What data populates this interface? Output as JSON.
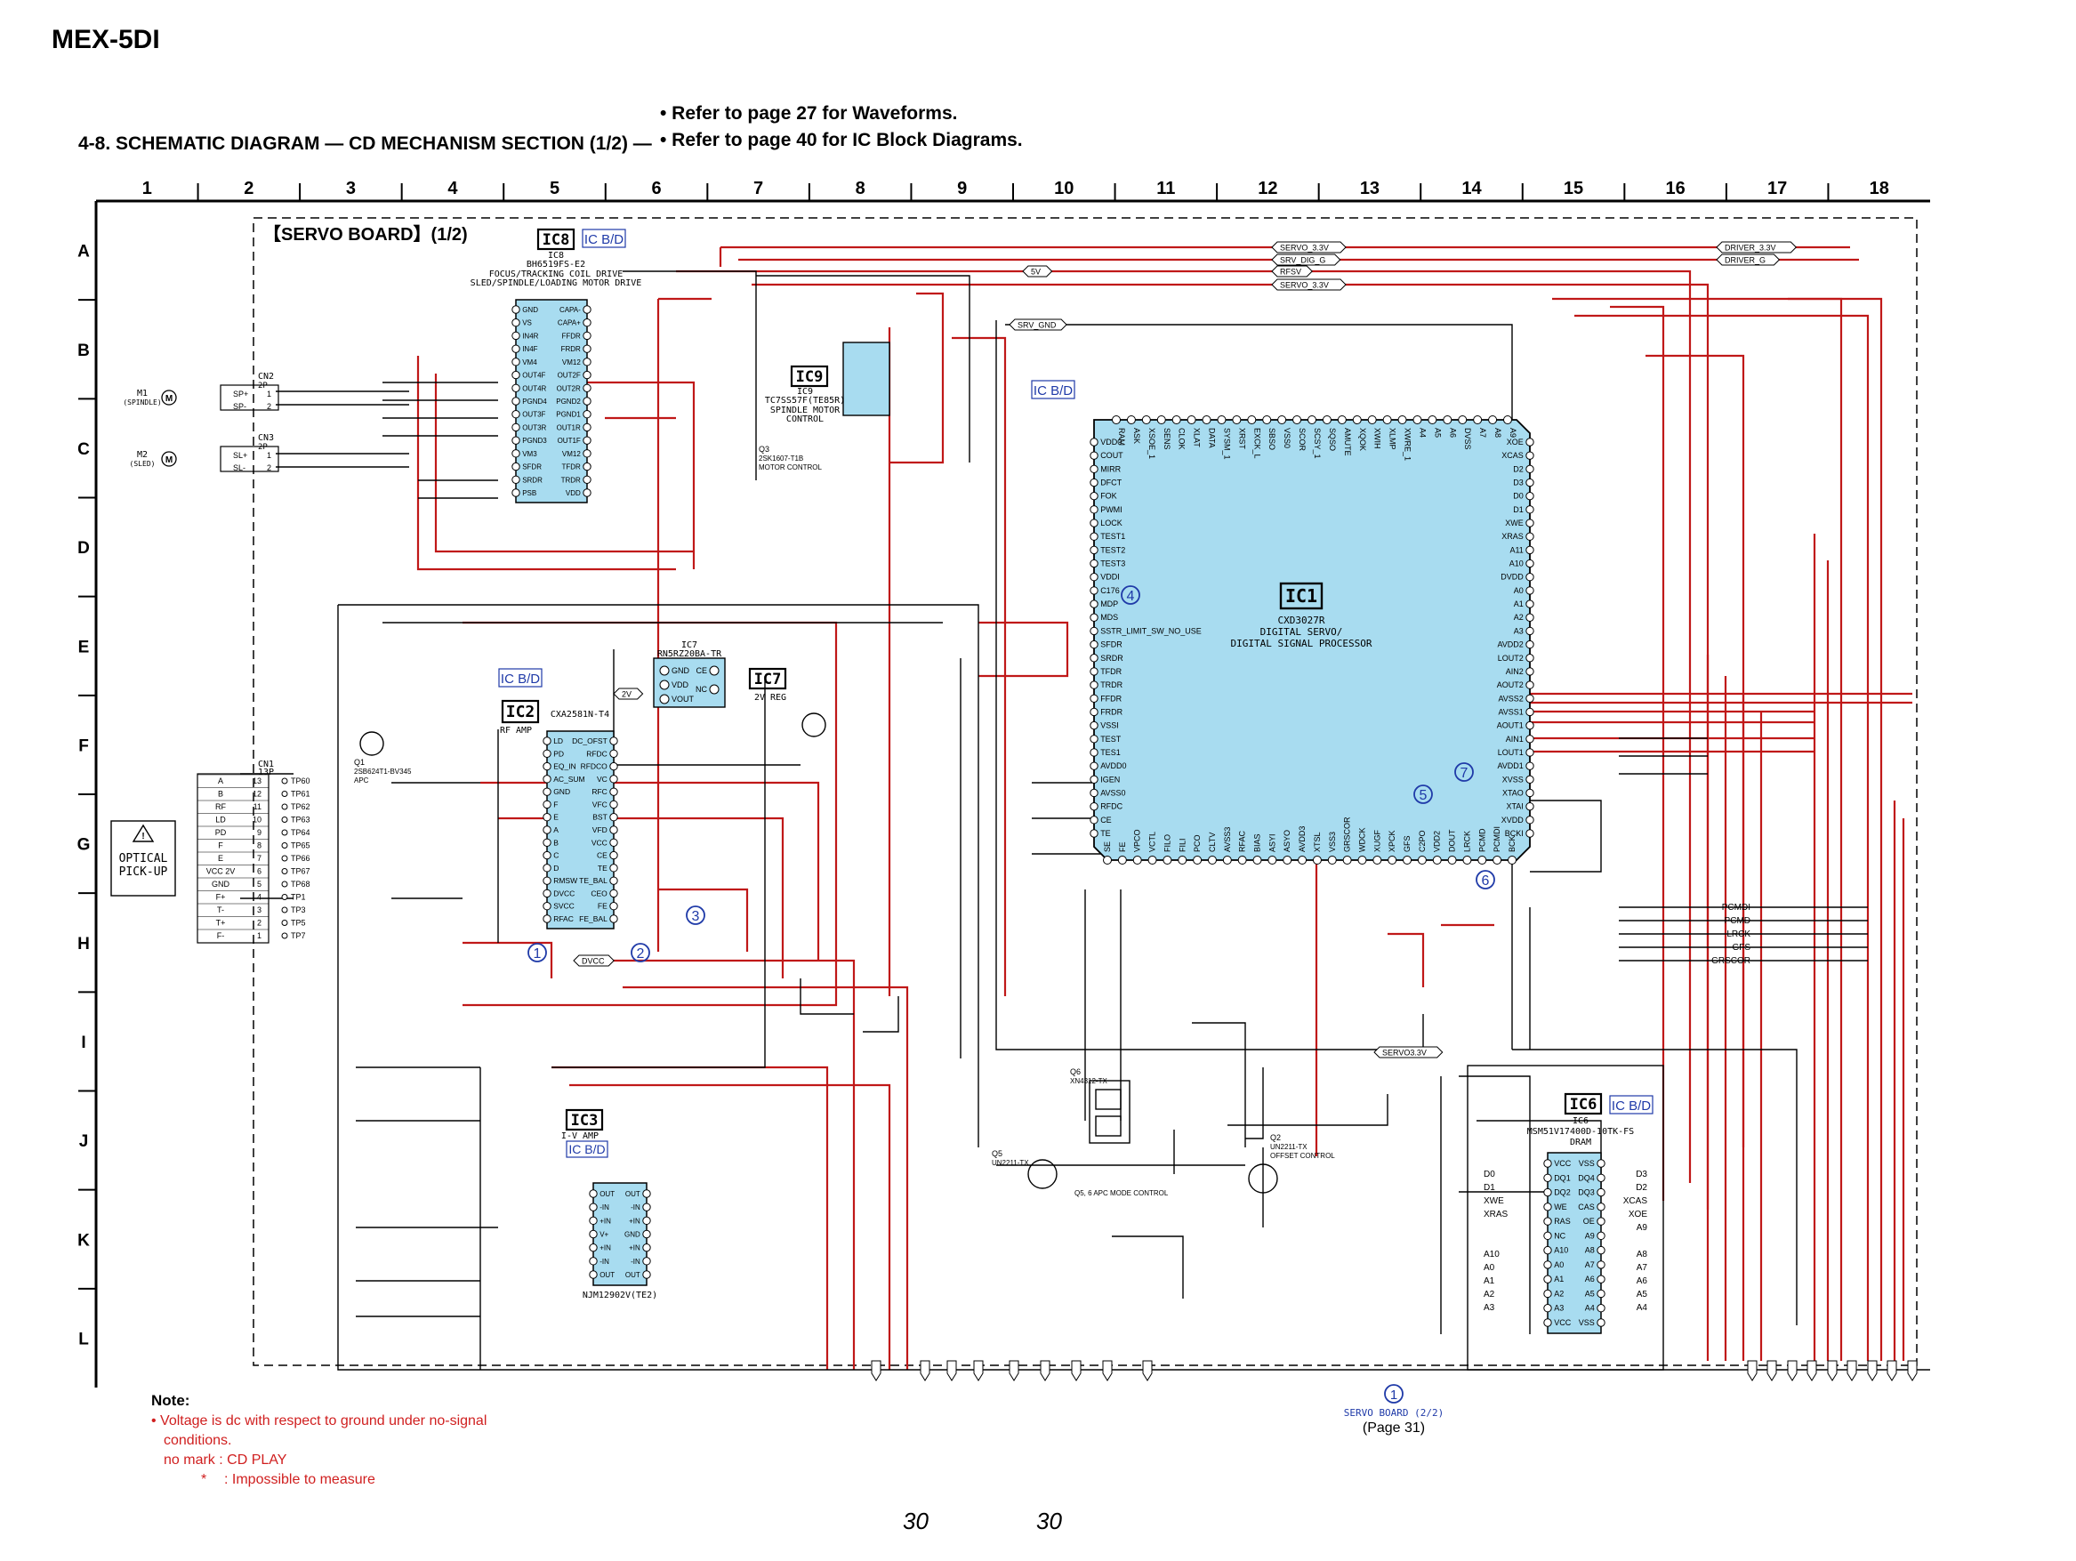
{
  "header": {
    "model": "MEX-5DI",
    "title": "4-8. SCHEMATIC DIAGRAM — CD MECHANISM SECTION (1/2) —",
    "refs": [
      "• Refer to page 27 for Waveforms.",
      "• Refer to page 40 for IC Block Diagrams."
    ]
  },
  "grid": {
    "columns": [
      "1",
      "2",
      "3",
      "4",
      "5",
      "6",
      "7",
      "8",
      "9",
      "10",
      "11",
      "12",
      "13",
      "14",
      "15",
      "16",
      "17",
      "18"
    ],
    "rows": [
      "A",
      "B",
      "C",
      "D",
      "E",
      "F",
      "G",
      "H",
      "I",
      "J",
      "K",
      "L"
    ]
  },
  "board": {
    "label": "【SERVO BOARD】(1/2)",
    "ic_bd": "IC B/D"
  },
  "ics": {
    "ic1": {
      "ref": "IC1",
      "part": "CXD3027R",
      "desc1": "DIGITAL SERVO/",
      "desc2": "DIGITAL SIGNAL PROCESSOR",
      "left_pins": [
        "VDD0",
        "COUT",
        "MIRR",
        "DFCT",
        "FOK",
        "PWMI",
        "LOCK",
        "TEST1",
        "TEST2",
        "TEST3",
        "VDDI",
        "C176",
        "MDP",
        "MDS",
        "SSTR_LIMIT_SW_NO_USE",
        "SFDR",
        "SRDR",
        "TFDR",
        "TRDR",
        "FFDR",
        "FRDR",
        "VSSI",
        "TEST",
        "TES1",
        "AVDD0",
        "IGEN",
        "AVSS0",
        "RFDC",
        "CE",
        "TE"
      ],
      "right_pins": [
        "XOE",
        "XCAS",
        "D2",
        "D3",
        "D0",
        "D1",
        "XWE",
        "XRAS",
        "A11",
        "A10",
        "DVDD",
        "A0",
        "A1",
        "A2",
        "A3",
        "AVDD2",
        "LOUT2",
        "AIN2",
        "AOUT2",
        "AVSS2",
        "AVSS1",
        "AOUT1",
        "AIN1",
        "LOUT1",
        "AVDD1",
        "XVSS",
        "XTAO",
        "XTAI",
        "XVDD",
        "BCKI"
      ],
      "top_pins": [
        "RAM",
        "ASK",
        "XSOE_1",
        "SENS",
        "CLOK",
        "XLAT",
        "DATA",
        "SYSM_1",
        "XRST",
        "EXCK_L",
        "SBSO",
        "VSS0",
        "SCOR",
        "SCSY_1",
        "SQSO",
        "AMUTE",
        "XQOK",
        "XWIH",
        "XLMP",
        "XWRE_1",
        "A4",
        "A5",
        "A6",
        "DVSS",
        "A7",
        "A8",
        "A9"
      ],
      "bottom_pins": [
        "SE",
        "FE",
        "VPCO",
        "VCTL",
        "FILO",
        "FILI",
        "PCO",
        "CLTV",
        "AVSS3",
        "RFAC",
        "BIAS",
        "ASYI",
        "ASYO",
        "AVDD3",
        "XTSL",
        "VSS3",
        "GRSCOR",
        "WDCK",
        "XUGF",
        "XPCK",
        "GFS",
        "C2PO",
        "VDD2",
        "DOUT",
        "LRCK",
        "PCMD",
        "PCMDI",
        "BCK"
      ]
    },
    "ic2": {
      "ref": "IC2",
      "part": "CXA2581N-T4",
      "desc": "RF AMP",
      "left_pins": [
        "LD",
        "PD",
        "EQ_IN",
        "AC_SUM",
        "GND",
        "F",
        "E",
        "A",
        "B",
        "C",
        "D",
        "RMSW",
        "DVCC",
        "SVCC",
        "RFAC"
      ],
      "right_pins": [
        "DC_OFST",
        "RFDC",
        "RFDCO",
        "VC",
        "RFC",
        "VFC",
        "BST",
        "VFD",
        "VCC",
        "CE",
        "TE",
        "TE_BAL",
        "CEO",
        "FE",
        "FE_BAL"
      ]
    },
    "ic3": {
      "ref": "IC3",
      "part": "NJM12902V(TE2)",
      "desc": "I-V AMP",
      "left_pins": [
        "OUT",
        "-IN",
        "+IN",
        "V+",
        "+IN",
        "-IN",
        "OUT"
      ],
      "right_pins": [
        "OUT",
        "-IN",
        "+IN",
        "GND",
        "+IN",
        "-IN",
        "OUT"
      ]
    },
    "ic6": {
      "ref": "IC6",
      "part": "MSM51V17400D-10TK-FS",
      "desc": "DRAM",
      "left_pins": [
        "VCC",
        "DQ1",
        "DQ2",
        "WE",
        "RAS",
        "NC",
        "A10",
        "A0",
        "A1",
        "A2",
        "A3",
        "VCC"
      ],
      "right_pins": [
        "VSS",
        "DQ4",
        "DQ3",
        "CAS",
        "OE",
        "A9",
        "A8",
        "A7",
        "A6",
        "A5",
        "A4",
        "VSS"
      ],
      "left_nets": [
        "D0",
        "D1",
        "XWE",
        "XRAS",
        "A10",
        "A0",
        "A1",
        "A2",
        "A3"
      ],
      "right_nets": [
        "D3",
        "D2",
        "XCAS",
        "XOE",
        "A9",
        "A8",
        "A7",
        "A6",
        "A5",
        "A4"
      ]
    },
    "ic7": {
      "ref": "IC7",
      "part": "RN5RZ20BA-TR",
      "desc": "2V REG",
      "pins": [
        "GND",
        "VDD",
        "VOUT",
        "CE",
        "NC"
      ]
    },
    "ic8": {
      "ref": "IC8",
      "part": "BH6519FS-E2",
      "desc1": "FOCUS/TRACKING COIL DRIVE",
      "desc2": "SLED/SPINDLE/LOADING MOTOR DRIVE",
      "left_pins": [
        "GND",
        "VS",
        "IN4R",
        "IN4F",
        "VM4",
        "OUT4F",
        "OUT4R",
        "PGND4",
        "OUT3F",
        "OUT3R",
        "PGND3",
        "VM3",
        "SFDR",
        "SRDR",
        "PSB"
      ],
      "right_pins": [
        "CAPA-",
        "CAPA+",
        "FFDR",
        "FRDR",
        "VM12",
        "OUT2F",
        "OUT2R",
        "PGND2",
        "PGND1",
        "OUT1R",
        "OUT1F",
        "VM12",
        "TFDR",
        "TRDR",
        "VDD"
      ]
    },
    "ic9": {
      "ref": "IC9",
      "part": "TC7SS57F(TE85R)",
      "desc1": "SPINDLE MOTOR",
      "desc2": "CONTROL"
    }
  },
  "transistors": [
    {
      "ref": "Q1",
      "part": "2SB624T1-BV345",
      "desc": "APC"
    },
    {
      "ref": "Q2",
      "part": "UN2211-TX",
      "desc": "OFFSET CONTROL"
    },
    {
      "ref": "Q3",
      "part": "2SK1607-T1B",
      "desc": "MOTOR CONTROL"
    },
    {
      "ref": "Q5",
      "part": "UN2211-TX",
      "desc": ""
    },
    {
      "ref": "Q6",
      "part": "XN4312-TX",
      "desc": "Q5, 6 APC MODE CONTROL"
    }
  ],
  "connectors": {
    "cn1": {
      "ref": "CN1",
      "pins": "13P",
      "rows": [
        [
          "A",
          "13"
        ],
        [
          "B",
          "12"
        ],
        [
          "RF",
          "11"
        ],
        [
          "LD",
          "10"
        ],
        [
          "PD",
          "9"
        ],
        [
          "F",
          "8"
        ],
        [
          "E",
          "7"
        ],
        [
          "VCC 2V",
          "6"
        ],
        [
          "GND",
          "5"
        ],
        [
          "F+",
          "4"
        ],
        [
          "T-",
          "3"
        ],
        [
          "T+",
          "2"
        ],
        [
          "F-",
          "1"
        ]
      ],
      "tps": [
        "TP60",
        "TP61",
        "TP62",
        "TP63",
        "TP64",
        "TP65",
        "TP66",
        "TP67",
        "TP68",
        "TP1",
        "TP3",
        "TP5",
        "TP7"
      ]
    },
    "cn2": {
      "ref": "CN2",
      "pins": "2P",
      "rows": [
        [
          "SP+",
          "1"
        ],
        [
          "SP-",
          "2"
        ]
      ]
    },
    "cn3": {
      "ref": "CN3",
      "pins": "2P",
      "rows": [
        [
          "SL+",
          "1"
        ],
        [
          "SL-",
          "2"
        ]
      ]
    },
    "m1": {
      "ref": "M1",
      "desc": "(SPINDLE)"
    },
    "m2": {
      "ref": "M2",
      "desc": "(SLED)"
    },
    "pickup": {
      "line1": "OPTICAL",
      "line2": "PICK-UP"
    }
  },
  "rails": [
    "SERVO_3.3V",
    "SRV_DIG_G",
    "RFSV",
    "SERVO_3.3V",
    "DRIVER_3.3V",
    "DRIVER_G",
    "SRV_GND",
    "5V",
    "2V",
    "DVCC",
    "SERVO3.3V"
  ],
  "out_signals": [
    "PCMDI",
    "PCMD",
    "LRCK",
    "GFS",
    "GRSCOR"
  ],
  "markers": [
    "1",
    "2",
    "3",
    "4",
    "5",
    "6",
    "7"
  ],
  "footer_ref": {
    "marker": "1",
    "line1": "SERVO BOARD (2/2)",
    "line2": "(Page 31)"
  },
  "note": {
    "head": "Note:",
    "lines": [
      "• Voltage is dc with respect to ground under no-signal",
      "conditions."
    ],
    "nomark": "no mark : CD PLAY",
    "star_sym": "*",
    "star_text": ": Impossible to measure"
  },
  "page_numbers": [
    "30",
    "30"
  ]
}
